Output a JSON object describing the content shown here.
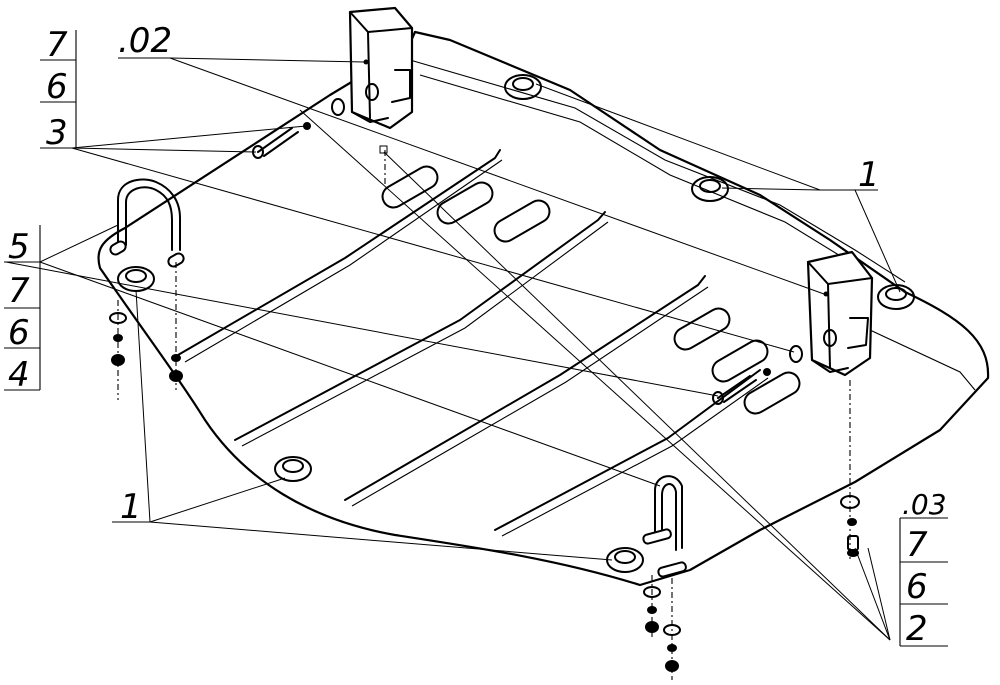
{
  "callouts": {
    "group_top_left": [
      "7",
      "6",
      "3"
    ],
    "ref_top": ".02",
    "group_left": [
      "5",
      "7",
      "6",
      "4"
    ],
    "ref_right": "1",
    "ref_bottom_left": "1",
    "ref_bottom_right": ".03",
    "group_bottom_right": [
      "7",
      "6",
      "2"
    ]
  }
}
